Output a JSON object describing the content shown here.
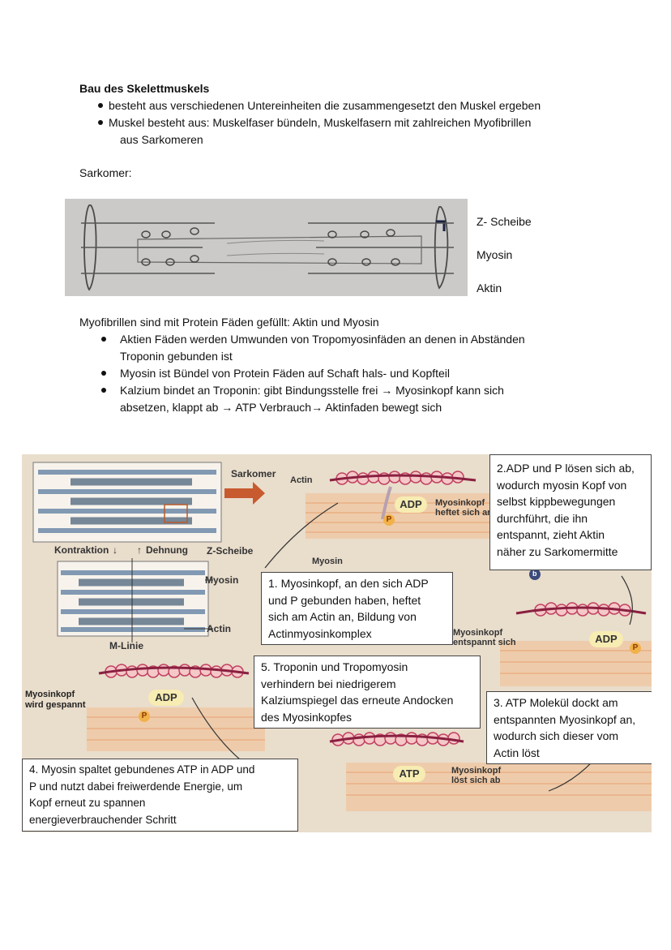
{
  "heading": "Bau des Skelettmuskels",
  "intro_bullets": [
    "besteht aus verschiedenen Untereinheiten die zusammengesetzt den Muskel ergeben",
    "Muskel besteht aus: Muskelfaser bündeln, Muskelfasern mit zahlreichen Myofibrillen",
    "aus Sarkomeren"
  ],
  "sarkomer_label": "Sarkomer:",
  "sketch_labels": [
    "Z- Scheibe",
    "Myosin",
    "Aktin"
  ],
  "myofibrillen_intro": "Myofibrillen sind mit Protein Fäden gefüllt: Aktin und Myosin",
  "myo_bullets": [
    [
      "Aktien Fäden werden Umwunden von Tropomyosinfäden an denen in Abständen",
      "Troponin gebunden ist"
    ],
    [
      "Myosin ist Bündel von Protein Fäden auf Schaft hals- und Kopfteil"
    ],
    [
      "Kalzium bindet an Troponin: gibt Bindungsstelle frei → Myosinkopf kann sich",
      "absetzen, klappt ab → ATP Verbrauch→ Aktinfaden bewegt sich"
    ]
  ],
  "diagram_labels": {
    "sarkomer": "Sarkomer",
    "actin_top": "Actin",
    "kontraktion": "Kontraktion",
    "dehnung": "Dehnung",
    "z_scheibe": "Z-Scheibe",
    "myosin_left": "Myosin",
    "actin_left": "Actin",
    "m_linie": "M-Linie",
    "myosin_mid": "Myosin",
    "myosinkopf_heftet": [
      "Myosinkopf",
      "heftet sich an"
    ],
    "myosinkopf_entspannt": [
      "Myosinkopf",
      "entspannt sich"
    ],
    "myosinkopf_gespannt": [
      "Myosinkopf",
      "wird gespannt"
    ],
    "myosinkopf_loest": [
      "Myosinkopf",
      "löst sich ab"
    ],
    "adp": "ADP",
    "atp": "ATP",
    "p": "P",
    "b": "b"
  },
  "callouts": {
    "c1": [
      "1. Myosinkopf, an den sich ADP",
      "und P gebunden haben, heftet",
      "sich am Actin an, Bildung von",
      "Actinmyosinkomplex"
    ],
    "c2": [
      "2.ADP und P lösen sich ab,",
      "wodurch myosin Kopf von",
      "selbst kippbewegungen",
      "durchführt, die ihn",
      "entspannt, zieht Aktin",
      "näher zu Sarkomermitte"
    ],
    "c3": [
      "3. ATP Molekül dockt am",
      "entspannten Myosinkopf an,",
      "wodurch sich dieser vom",
      "Actin löst"
    ],
    "c4": [
      "4. Myosin spaltet gebundenes ATP in ADP und",
      "P und nutzt dabei freiwerdende Energie, um",
      "Kopf erneut zu spannen",
      "energieverbrauchender Schritt"
    ],
    "c5": [
      "5. Troponin und Tropomyosin",
      "verhindern bei niedrigerem",
      "Kalziumspiegel das erneute Andocken",
      "des Myosinkopfes"
    ]
  }
}
